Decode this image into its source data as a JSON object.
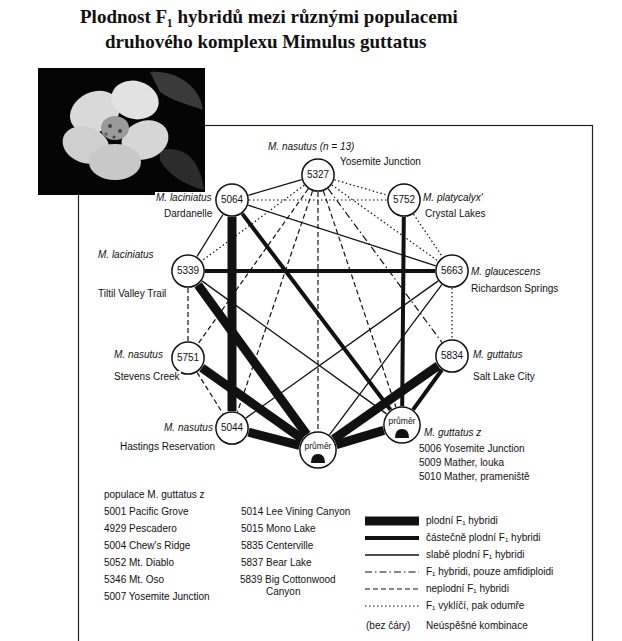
{
  "diagram": {
    "title": "Plodnost F₁ hybridů mezi různými populacemi druhového komplexu Mimulus guttatus",
    "nodes": [
      {
        "text": [
          "M. nasutus (n = 13)",
          "5327",
          "Yosemite Junction"
        ]
      },
      {
        "text": [
          "M. laciniatus",
          "5064",
          "Dardanelle"
        ]
      },
      {
        "text": [
          "M. platycalyx'",
          "5752",
          "Crystal Lakes"
        ]
      },
      {
        "text": [
          "M. laciniatus",
          "5339",
          "Tiltil Valley Trail"
        ]
      },
      {
        "text": [
          "M. glaucescens",
          "5663",
          "Richardson Springs"
        ]
      },
      {
        "text": [
          "M. nasutus",
          "5751",
          "Stevens Creek"
        ]
      },
      {
        "text": [
          "M. guttatus",
          "5834",
          "Salt Lake City"
        ]
      },
      {
        "text": [
          "M. nasutus",
          "5044",
          "Hastings Reservation"
        ]
      },
      {
        "text": [
          "průměr"
        ]
      },
      {
        "text": [
          "průměr",
          "M. guttatus z",
          "5006 Yosemite Junction",
          "5009 Mather, louka",
          "5010 Mather, prameniště"
        ]
      }
    ],
    "edges": [
      {
        "from": 1,
        "to": 7,
        "arrow": "none"
      },
      {
        "from": 3,
        "to": 8,
        "arrow": "none"
      },
      {
        "from": 5,
        "to": 8,
        "arrow": "none"
      },
      {
        "from": 7,
        "to": 8,
        "arrow": "none"
      },
      {
        "from": 6,
        "to": 8,
        "arrow": "none"
      },
      {
        "from": 8,
        "to": 9,
        "arrow": "none"
      },
      {
        "from": 3,
        "to": 4,
        "arrow": "none"
      },
      {
        "from": 2,
        "to": 9,
        "arrow": "none"
      },
      {
        "from": 6,
        "to": 9,
        "arrow": "none"
      },
      {
        "from": 1,
        "to": 9,
        "arrow": "none"
      },
      {
        "from": 0,
        "to": 1,
        "arrow": "none"
      },
      {
        "from": 1,
        "to": 4,
        "arrow": "none"
      },
      {
        "from": 3,
        "to": 9,
        "arrow": "none"
      },
      {
        "from": 4,
        "to": 8,
        "arrow": "none"
      },
      {
        "from": 4,
        "to": 7,
        "arrow": "none"
      },
      {
        "from": 0,
        "to": 3,
        "arrow": "none"
      },
      {
        "from": 0,
        "to": 5,
        "arrow": "none"
      },
      {
        "from": 0,
        "to": 7,
        "arrow": "none"
      },
      {
        "from": 0,
        "to": 8,
        "arrow": "none"
      },
      {
        "from": 0,
        "to": 4,
        "arrow": "none"
      },
      {
        "from": 0,
        "to": 2,
        "arrow": "none"
      },
      {
        "from": 0,
        "to": 6,
        "arrow": "none"
      },
      {
        "from": 0,
        "to": 9,
        "arrow": "none"
      },
      {
        "from": 1,
        "to": 2,
        "arrow": "none"
      },
      {
        "from": 2,
        "to": 4,
        "arrow": "none"
      },
      {
        "from": 3,
        "to": 5,
        "arrow": "none"
      },
      {
        "from": 5,
        "to": 7,
        "arrow": "none"
      },
      {
        "from": 1,
        "to": 3,
        "arrow": "none"
      },
      {
        "from": 4,
        "to": 6,
        "arrow": "none"
      }
    ],
    "labels": [
      "populace M. guttatus z",
      "5001 Pacific Grove",
      "4929 Pescadero",
      "5004 Chew's Ridge",
      "5052 Mt. Diablo",
      "5346 Mt. Oso",
      "5007 Yosemite Junction",
      "5014 Lee Vining Canyon",
      "5015 Mono Lake",
      "5835 Centerville",
      "5837 Bear Lake",
      "5839 Big Cottonwood Canyon",
      "(bez čáry)"
    ],
    "legend": [
      {
        "text": "plodní F₁ hybridi"
      },
      {
        "text": "částečně plodní F₁ hybridi"
      },
      {
        "text": "slabě plodní F₁ hybridi"
      },
      {
        "text": "F₁ hybridi, pouze amfidiploidi"
      },
      {
        "text": "neplodní F₁ hybridi"
      },
      {
        "text": "F₁ vyklíčí, pak odumře"
      },
      {
        "text": "Neúspěšné kombinace"
      }
    ]
  }
}
